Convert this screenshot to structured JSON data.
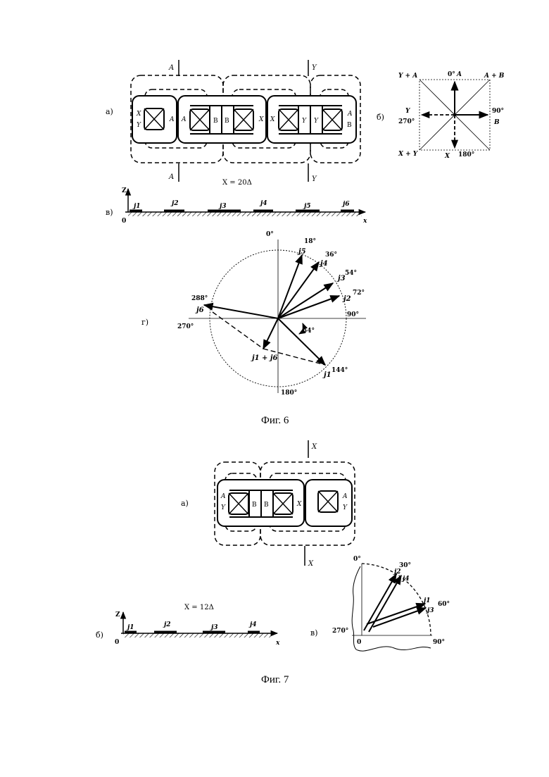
{
  "fig6": {
    "caption": "Фиг. 6",
    "a": {
      "panel_label": "а)",
      "top_labels": [
        "A",
        "Y"
      ],
      "bottom_labels": [
        "A",
        "Y"
      ],
      "core1_labels": [
        "X",
        "Y",
        "A"
      ],
      "core2_labels": [
        "A",
        "B",
        "B",
        "X"
      ],
      "core3_labels": [
        "X",
        "Y",
        "Y",
        "A",
        "B"
      ],
      "spacing": "X = 20Δ"
    },
    "b": {
      "panel_label": "б)",
      "labels": [
        "Y + A",
        "0°",
        "A",
        "A + B",
        "Y",
        "270°",
        "90°",
        "B",
        "X + Y",
        "X",
        "180°"
      ]
    },
    "v": {
      "panel_label": "в)",
      "axis_z": "Z",
      "axis_x": "x",
      "origin": "0",
      "conductors": [
        "j1",
        "j2",
        "j3",
        "j4",
        "j5",
        "j6"
      ]
    },
    "g": {
      "panel_label": "г)",
      "angles": [
        "0°",
        "18°",
        "36°",
        "54°",
        "72°",
        "90°",
        "144°",
        "180°",
        "270°",
        "288°",
        "54°"
      ],
      "vectors": [
        "j5",
        "j4",
        "j3",
        "j2",
        "j1",
        "j6"
      ],
      "sum_label": "j1 + j6"
    }
  },
  "fig7": {
    "caption": "Фиг. 7",
    "a": {
      "panel_label": "а)",
      "top_label": "X",
      "bottom_label": "X",
      "core1_labels": [
        "A",
        "Y",
        "B",
        "B",
        "X"
      ],
      "core2_labels": [
        "A",
        "Y"
      ]
    },
    "b": {
      "panel_label": "б)",
      "axis_z": "Z",
      "axis_x": "x",
      "origin": "0",
      "spacing": "X = 12Δ",
      "conductors": [
        "j1",
        "j2",
        "j3",
        "j4"
      ]
    },
    "v": {
      "panel_label": "в)",
      "angles": [
        "0°",
        "30°",
        "60°",
        "90°",
        "270°"
      ],
      "origin": "0",
      "vectors": [
        "j2",
        "j4",
        "j1",
        "j3"
      ]
    }
  }
}
